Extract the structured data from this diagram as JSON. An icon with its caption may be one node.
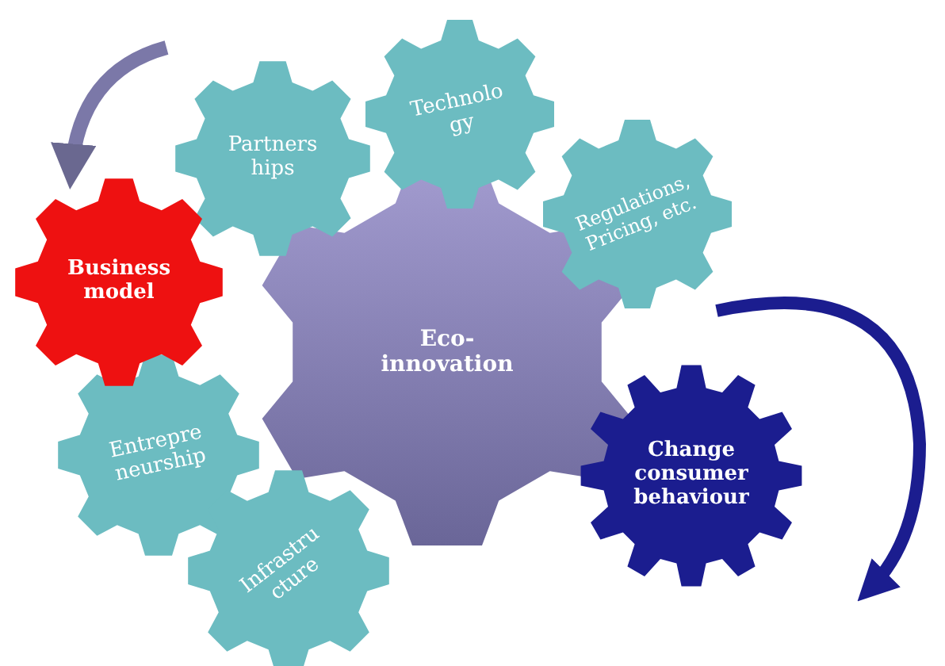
{
  "diagram": {
    "nodes": [
      {
        "text": [
          "Partners hips"
        ]
      },
      {
        "text": [
          "Technolo gy"
        ]
      },
      {
        "text": [
          "Regulations, Pricing, etc."
        ]
      },
      {
        "text": [
          "Business model"
        ]
      },
      {
        "text": [
          "Eco- innovation"
        ]
      },
      {
        "text": [
          "Entrepre neurship"
        ]
      },
      {
        "text": [
          "Infrastru cture"
        ]
      },
      {
        "text": [
          "Change consumer behaviour"
        ]
      }
    ],
    "edges": [
      {
        "from": null,
        "to": 3,
        "arrow": "to"
      }
    ]
  }
}
